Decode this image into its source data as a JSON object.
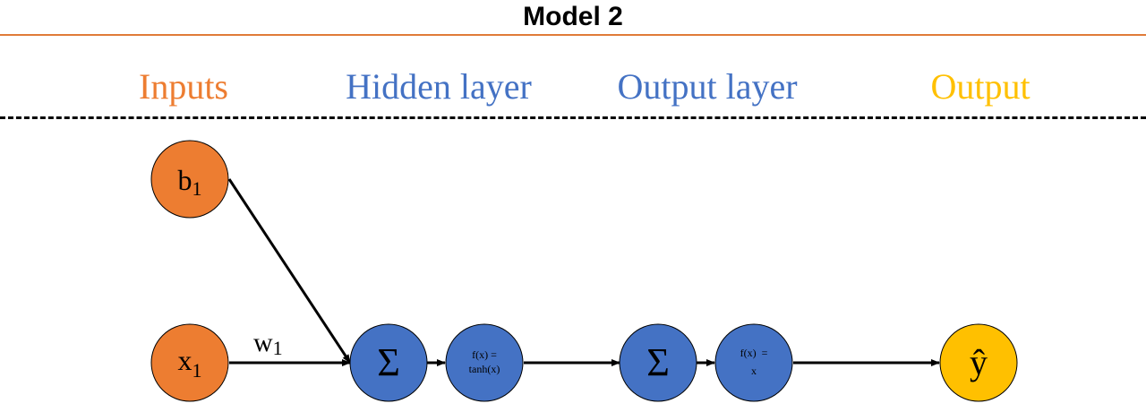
{
  "title": "Model 2",
  "colors": {
    "title_rule": "#e07b39",
    "inputs": "#ed7d31",
    "hidden": "#4472c4",
    "output_layer": "#4472c4",
    "output": "#ffc000",
    "node_stroke": "#000000",
    "edge": "#000000"
  },
  "sections": {
    "inputs": "Inputs",
    "hidden_layer": "Hidden layer",
    "output_layer": "Output layer",
    "output": "Output"
  },
  "nodes": {
    "b1": {
      "main": "b",
      "sub": "1"
    },
    "x1": {
      "main": "x",
      "sub": "1"
    },
    "sum_hidden": {
      "symbol": "Σ"
    },
    "act_hidden": {
      "line1": "f(x) =",
      "line2": "tanh(x)"
    },
    "sum_output": {
      "symbol": "Σ"
    },
    "act_output": {
      "line1": "f(x)  =",
      "line2": "x"
    },
    "y_hat": {
      "symbol": "ŷ"
    }
  },
  "edges": {
    "weight": {
      "main": "w",
      "sub": "1"
    }
  }
}
